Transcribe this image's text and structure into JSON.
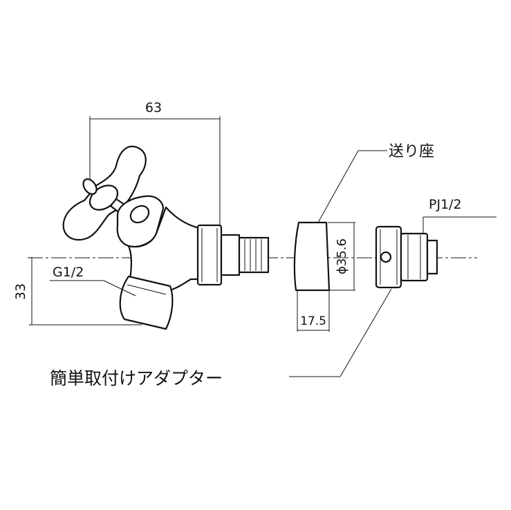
{
  "dimensions": {
    "overall_width": "63",
    "height": "33",
    "seat_length": "17.5",
    "seat_diameter_prefix": "ϕ",
    "seat_diameter": "35.6"
  },
  "labels": {
    "inlet_thread": "G1/2",
    "outlet_thread": "PJ1/2",
    "seat": "送り座",
    "adapter": "簡単取付けアダプター"
  }
}
